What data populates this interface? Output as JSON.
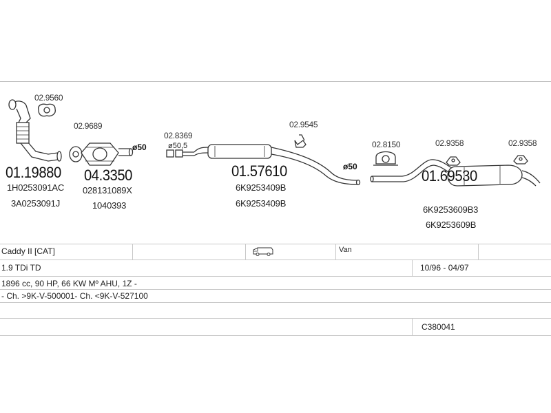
{
  "diagram": {
    "small_refs": {
      "r1": "02.9560",
      "r2": "02.9689",
      "r3": "02.8369",
      "r4": "02.9545",
      "r5": "02.8150",
      "r6": "02.9358",
      "r7": "02.9358"
    },
    "diameters": {
      "d1": "ø50",
      "d2": "ø50,5",
      "d3": "ø50"
    },
    "parts": [
      {
        "number": "01.19880",
        "codes": [
          "1H0253091AC",
          "3A0253091J"
        ]
      },
      {
        "number": "04.3350",
        "codes": [
          "028131089X",
          "1040393"
        ]
      },
      {
        "number": "01.57610",
        "codes": [
          "6K9253409B",
          "6K9253409B"
        ]
      },
      {
        "number": "01.69530",
        "codes": [
          "6K9253609B3",
          "6K9253609B"
        ]
      }
    ]
  },
  "vehicle": {
    "model": "Caddy II  [CAT]",
    "body_icon": "van-icon",
    "body_type": "Van",
    "engine": "1.9 TDi TD",
    "period": "10/96 - 04/97",
    "spec": "1896 cc, 90 HP, 66 KW Mº AHU, 1Z -",
    "chassis": "- Ch. >9K-V-500001- Ch. <9K-V-527100",
    "catalog_code": "C380041"
  }
}
